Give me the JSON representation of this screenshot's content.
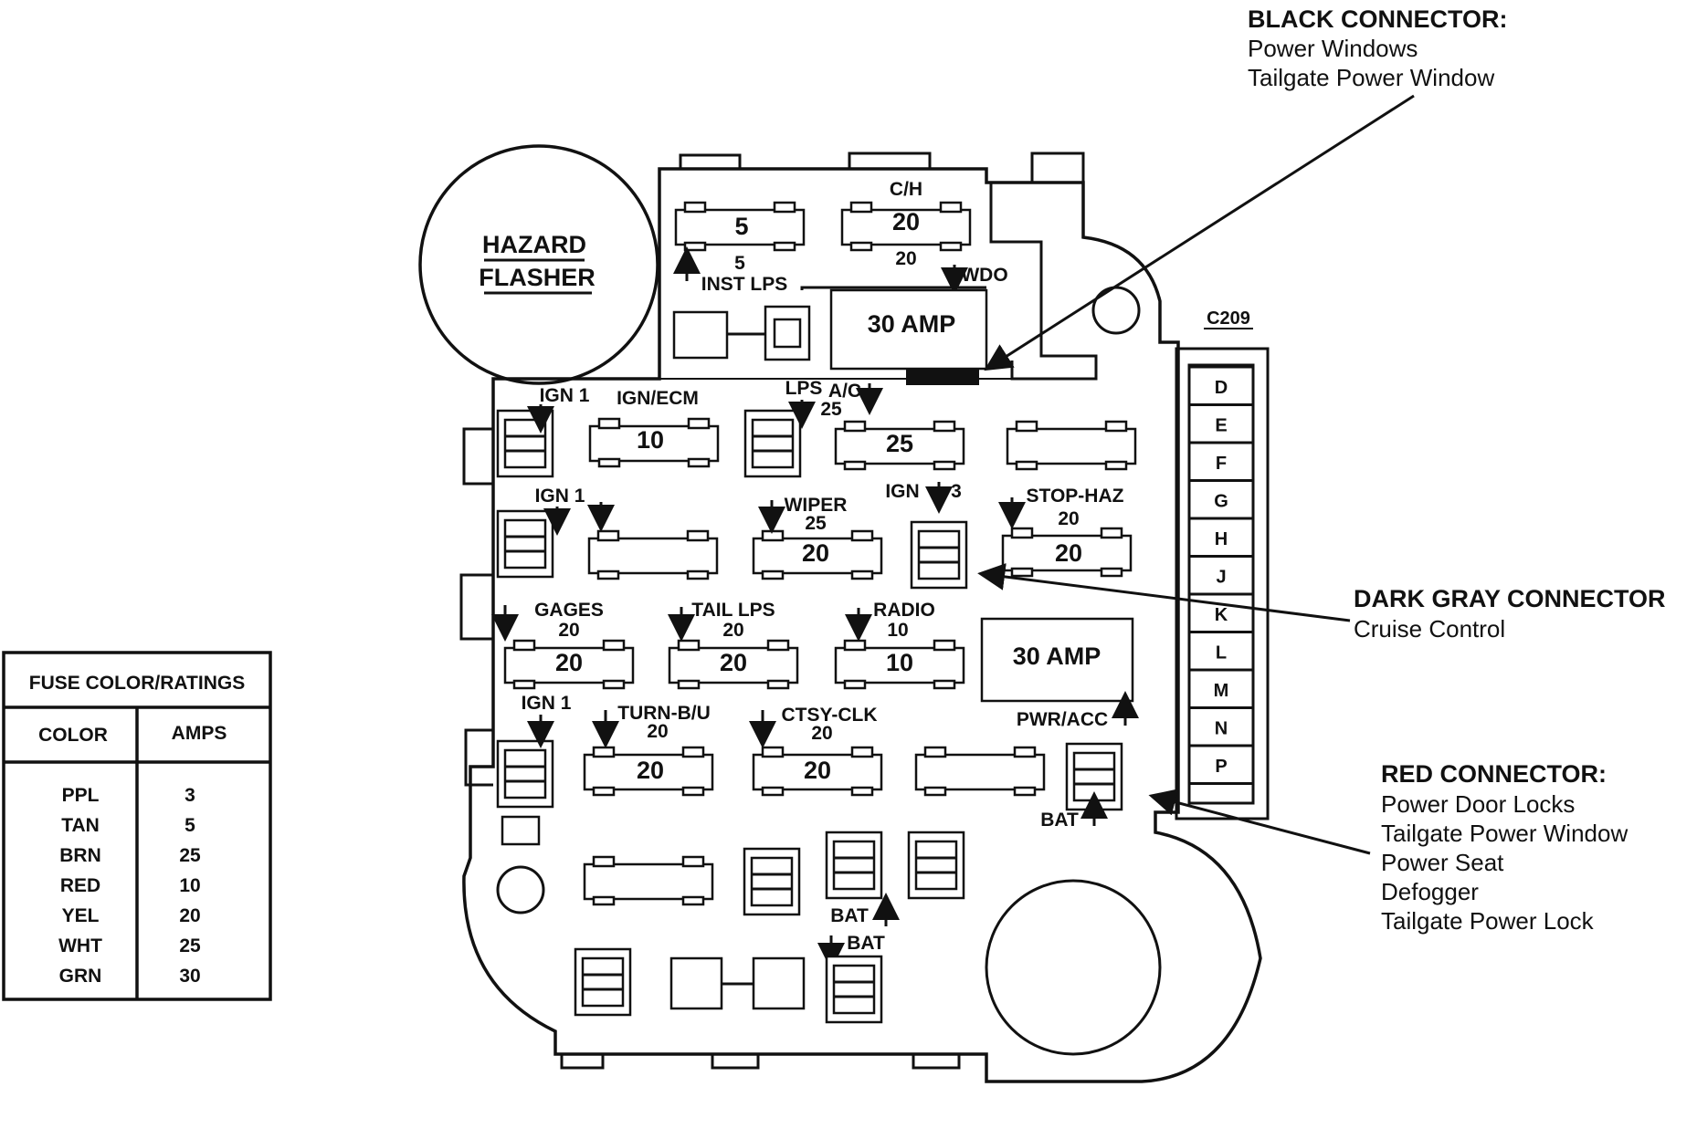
{
  "hazard_flasher": {
    "line1": "HAZARD",
    "line2": "FLASHER"
  },
  "labels": {
    "ch": "C/H",
    "ch_amp": "20",
    "inst_amp": "5",
    "inst_lps": "INST LPS",
    "wdo": "WDO",
    "amp30_top": "30 AMP",
    "ign1_a": "IGN 1",
    "ign_ecm": "IGN/ECM",
    "lps": "LPS",
    "ac": "A/C",
    "ac_amp": "25",
    "ign1_b": "IGN 1",
    "wiper": "WIPER",
    "wiper_amp": "25",
    "ign3": "IGN",
    "ign3_num": "3",
    "stop_haz": "STOP-HAZ",
    "stop_haz_amp": "20",
    "gages": "GAGES",
    "gages_amp": "20",
    "tail_lps": "TAIL LPS",
    "tail_amp": "20",
    "radio": "RADIO",
    "radio_amp": "10",
    "amp30_mid": "30 AMP",
    "ign1_c": "IGN 1",
    "turn": "TURN-B/U",
    "turn_amp": "20",
    "ctsy": "CTSY-CLK",
    "ctsy_amp": "20",
    "pwr_acc": "PWR/ACC",
    "bat_a": "BAT",
    "bat_b": "BAT",
    "bat_c": "BAT"
  },
  "fuse_values": {
    "r1a": "5",
    "r1b": "20",
    "r2a": "10",
    "r2b": "25",
    "r3a": "20",
    "r3b": "20",
    "r4a": "20",
    "r4b": "20",
    "r4c": "10",
    "r5a": "20",
    "r5b": "20"
  },
  "connector_c209": {
    "name": "C209",
    "pins": [
      "D",
      "E",
      "F",
      "G",
      "H",
      "J",
      "K",
      "L",
      "M",
      "N",
      "P"
    ]
  },
  "callouts": {
    "black": {
      "title": "BLACK CONNECTOR:",
      "lines": [
        "Power Windows",
        "Tailgate Power Window"
      ]
    },
    "darkgray": {
      "title": "DARK GRAY CONNECTOR",
      "lines": [
        "Cruise Control"
      ]
    },
    "red": {
      "title": "RED CONNECTOR:",
      "lines": [
        "Power Door Locks",
        "Tailgate Power Window",
        "Power Seat",
        "Defogger",
        "Tailgate Power Lock"
      ]
    }
  },
  "fuse_table": {
    "title": "FUSE COLOR/RATINGS",
    "headers": [
      "COLOR",
      "AMPS"
    ],
    "rows": [
      [
        "PPL",
        "3"
      ],
      [
        "TAN",
        "5"
      ],
      [
        "BRN",
        "25"
      ],
      [
        "RED",
        "10"
      ],
      [
        "YEL",
        "20"
      ],
      [
        "WHT",
        "25"
      ],
      [
        "GRN",
        "30"
      ]
    ]
  }
}
